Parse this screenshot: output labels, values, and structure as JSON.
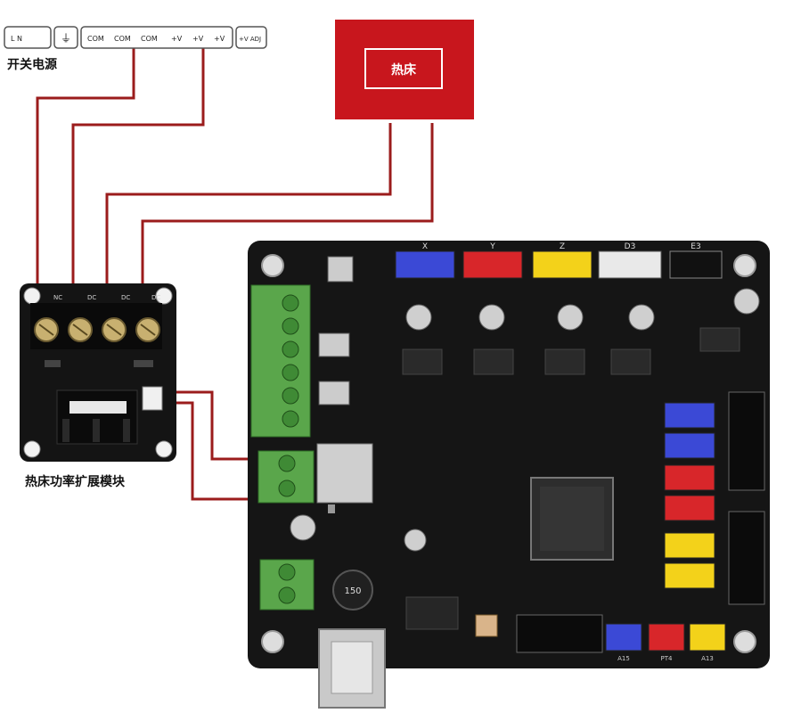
{
  "psu": {
    "terminals": [
      "L  N",
      "⏚",
      "COM",
      "COM",
      "COM",
      "+V",
      "+V",
      "+V",
      "+V ADJ"
    ],
    "caption": "开关电源"
  },
  "heatbed": {
    "label": "热床",
    "color": "#c8161d"
  },
  "mosfet": {
    "caption": "热床功率扩展模块",
    "pin_labels": [
      "NC",
      "DC",
      "DC",
      "DC"
    ]
  },
  "mainboard": {
    "connectors": [
      {
        "label": "X",
        "color": "#3b49d6"
      },
      {
        "label": "Y",
        "color": "#d8262a"
      },
      {
        "label": "Z",
        "color": "#f3d21a"
      },
      {
        "label": "D3",
        "color": "#e9e9e9"
      },
      {
        "label": "E3",
        "color": "#111111"
      }
    ],
    "side_connectors": [
      "#3b49d6",
      "#3b49d6",
      "#d8262a",
      "#d8262a",
      "#f3d21a",
      "#f3d21a"
    ],
    "bottom_connectors": [
      {
        "label": "A15",
        "color": "#3b49d6"
      },
      {
        "label": "PT4",
        "color": "#d8262a"
      },
      {
        "label": "A13",
        "color": "#f3d21a"
      }
    ],
    "inductor_label": "150"
  },
  "colors": {
    "wire": "#9b1c1c",
    "board": "#151515",
    "terminal_green": "#5aa64b"
  }
}
